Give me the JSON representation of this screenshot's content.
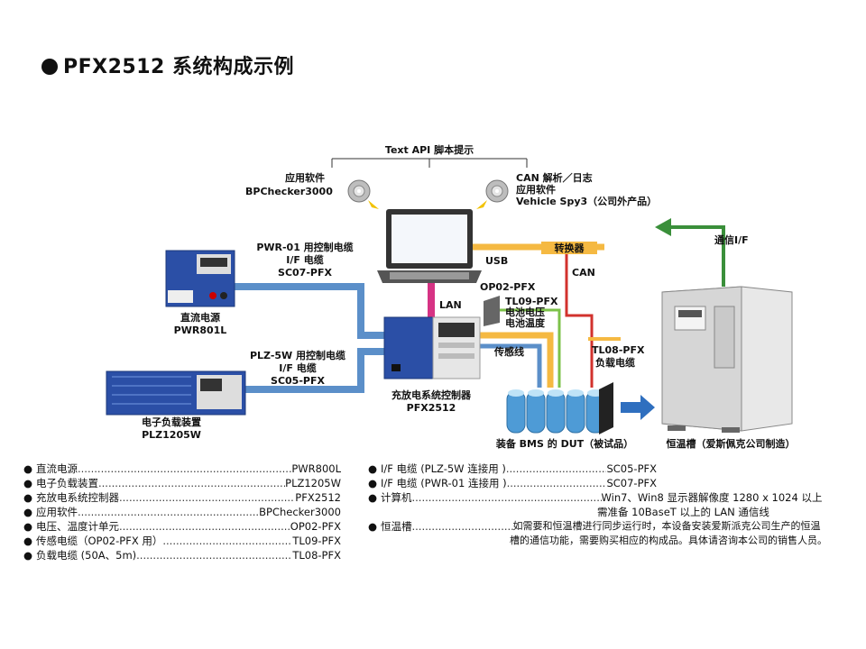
{
  "title": "PFX2512 系统构成示例",
  "diagram": {
    "text_api": "Text API 脚本提示",
    "app_software_1": [
      "应用软件",
      "BPChecker3000"
    ],
    "app_software_2": [
      "CAN 解析／日志",
      "应用软件",
      "Vehicle Spy3（公司外产品）"
    ],
    "cable_pwr": [
      "PWR-01 用控制电缆",
      "I/F 电缆",
      "SC07-PFX"
    ],
    "cable_plz": [
      "PLZ-5W 用控制电缆",
      "I/F 电缆",
      "SC05-PFX"
    ],
    "dc_power": [
      "直流电源",
      "PWR801L"
    ],
    "eload": [
      "电子负载装置",
      "PLZ1205W"
    ],
    "usb": "USB",
    "can": "CAN",
    "converter": "转换器",
    "lan": "LAN",
    "op02": "OP02-PFX",
    "tl09": [
      "TL09-PFX",
      "电池电压",
      "电池温度"
    ],
    "sensor": "传感线",
    "controller": [
      "充放电系统控制器",
      "PFX2512"
    ],
    "tl08": [
      "TL08-PFX",
      "负载电缆"
    ],
    "comm_if": "通信I/F",
    "dut": "装备 BMS 的 DUT（被试品）",
    "chamber": "恒温槽（爱斯佩克公司制造）",
    "colors": {
      "blue": "#5b8fc9",
      "pink": "#d63384",
      "orange": "#f5b942",
      "red": "#d2322d",
      "green": "#3a8f3a",
      "lightgreen": "#7cc24a"
    }
  },
  "spec_left": [
    {
      "name": "直流电源",
      "value": "PWR800L"
    },
    {
      "name": "电子负载装置",
      "value": "PLZ1205W"
    },
    {
      "name": "充放电系统控制器",
      "value": "PFX2512"
    },
    {
      "name": "应用软件",
      "value": "BPChecker3000"
    },
    {
      "name": "电压、温度计单元",
      "value": "OP02-PFX"
    },
    {
      "name": "传感电缆（OP02-PFX 用）",
      "value": "TL09-PFX"
    },
    {
      "name": "负载电缆 (50A、5m)",
      "value": "TL08-PFX"
    }
  ],
  "spec_right": [
    {
      "name": "I/F 电缆 (PLZ-5W 连接用 )",
      "value": "SC05-PFX"
    },
    {
      "name": "I/F 电缆 (PWR-01 连接用 )",
      "value": "SC07-PFX"
    },
    {
      "name": "计算机",
      "value": "Win7、Win8  显示器解像度 1280 x 1024 以上",
      "value2": "需准备 10BaseT 以上的 LAN 通信线"
    },
    {
      "name": "恒温槽",
      "value": "如需要和恒温槽进行同步运行时，本设备安装爱斯派克公司生产的恒温",
      "value2": "槽的通信功能，需要购买相应的构成品。具体请咨询本公司的销售人员。"
    }
  ]
}
